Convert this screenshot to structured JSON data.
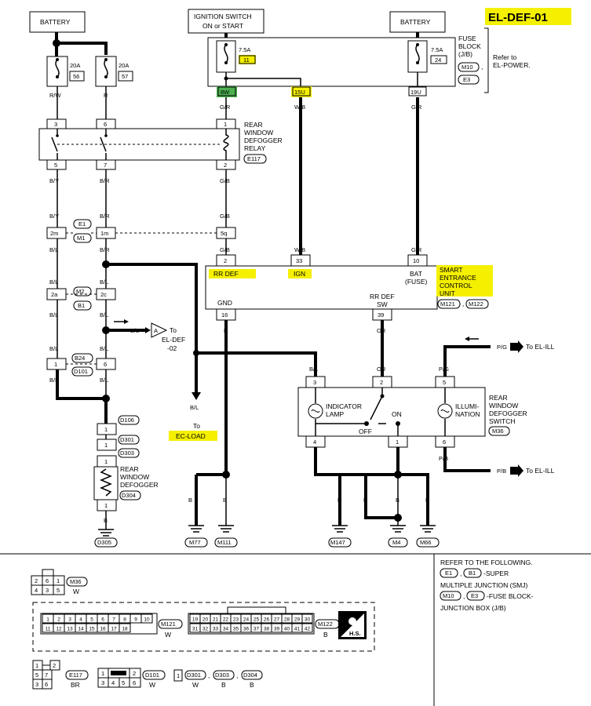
{
  "title": "EL-DEF-01",
  "sources": {
    "battery_left": "BATTERY",
    "ignition": [
      "IGNITION SWITCH",
      "ON or START"
    ],
    "battery_right": "BATTERY"
  },
  "fuse_block": {
    "label": [
      "FUSE",
      "BLOCK",
      "(J/B)"
    ],
    "refer": [
      "Refer to",
      "EL-POWER."
    ],
    "conn1": "M10",
    "conn2": "E3",
    "fuse_ign": {
      "amp": "7.5A",
      "num": "11",
      "term": "8W"
    },
    "fuse_bat": {
      "amp": "7.5A",
      "num": "24",
      "term": "19U"
    },
    "term_15u": "15U"
  },
  "fuses_left": [
    {
      "amp": "20A",
      "num": "56",
      "wire": "R/W"
    },
    {
      "amp": "20A",
      "num": "57",
      "wire": "R"
    }
  ],
  "relay": {
    "label": [
      "REAR",
      "WINDOW",
      "DEFOGGER",
      "RELAY"
    ],
    "connector": "E117",
    "pins_top": [
      "3",
      "6",
      "1"
    ],
    "pins_bottom": [
      "5",
      "7",
      "2"
    ]
  },
  "wires": {
    "w_gr": "G/R",
    "w_wb": "W/B",
    "w_gb": "G/B",
    "w_by": "B/Y",
    "w_br": "B/R",
    "w_bl": "B/L",
    "w_b": "B",
    "w_or": "OR",
    "w_pg": "P/G",
    "w_pb": "P/B"
  },
  "joints": [
    {
      "left": "2m",
      "right": "1m",
      "c1": "E1",
      "c2": "M1",
      "far": "5q"
    },
    {
      "left": "2a",
      "right": "2c",
      "c1": "M2",
      "c2": "B1"
    },
    {
      "left": "1",
      "right": "6",
      "c1": "B24",
      "c2": "D101"
    }
  ],
  "scu": {
    "pins_top": [
      "2",
      "33",
      "10"
    ],
    "labels_top": [
      "RR DEF",
      "IGN",
      "BAT",
      "(FUSE)"
    ],
    "name": [
      "SMART",
      "ENTRANCE",
      "CONTROL",
      "UNIT"
    ],
    "conn1": "M121",
    "conn2": "M122",
    "gnd": "GND",
    "rrdef_sw": [
      "RR DEF",
      "SW"
    ],
    "pins_bottom": [
      "16",
      "39"
    ]
  },
  "offpage": {
    "a_label": "A",
    "a_to": [
      "To",
      "EL-DEF",
      "-02"
    ],
    "ecload": [
      "To",
      "EC-LOAD"
    ],
    "el_ill_top": "To EL-ILL",
    "el_ill_bottom": "To EL-ILL"
  },
  "switch": {
    "label": [
      "REAR",
      "WINDOW",
      "DEFOGGER",
      "SWITCH"
    ],
    "connector": "M36",
    "indicator": [
      "INDICATOR",
      "LAMP"
    ],
    "illum": [
      "ILLUMI-",
      "NATION"
    ],
    "on": "ON",
    "off": "OFF",
    "pins_top": [
      "3",
      "2",
      "5"
    ],
    "pins_bottom": [
      "4",
      "1",
      "6"
    ]
  },
  "defogger": {
    "connectors": [
      "D106",
      "D301",
      "D303",
      "D304"
    ],
    "label": [
      "REAR",
      "WINDOW",
      "DEFOGGER"
    ],
    "ground": "D305"
  },
  "grounds": [
    "M77",
    "M111",
    "M147",
    "M4",
    "M66"
  ],
  "refer_box": {
    "lines": [
      "REFER TO THE FOLLOWING.",
      "-SUPER",
      "MULTIPLE JUNCTION (SMJ)",
      "-FUSE BLOCK-",
      "JUNCTION BOX (J/B)"
    ],
    "c1": "E1",
    "c2": "B1",
    "c3": "M10",
    "c4": "E3"
  },
  "connector_views": {
    "m36": {
      "name": "M36",
      "color": "W",
      "rows": [
        [
          "2",
          "6",
          "1"
        ],
        [
          "4",
          "3",
          "5"
        ]
      ]
    },
    "m121": {
      "name": "M121",
      "color": "W",
      "row1": [
        "1",
        "2",
        "3",
        "4",
        "5",
        "6",
        "7",
        "8",
        "9",
        "10"
      ],
      "row2": [
        "11",
        "12",
        "13",
        "14",
        "15",
        "16",
        "17",
        "18"
      ]
    },
    "m122": {
      "name": "M122",
      "color": "B",
      "row1": [
        "19",
        "20",
        "21",
        "22",
        "23",
        "24",
        "25",
        "26",
        "27",
        "28",
        "29",
        "30"
      ],
      "row2": [
        "31",
        "32",
        "33",
        "34",
        "35",
        "36",
        "37",
        "38",
        "39",
        "40",
        "41",
        "42"
      ]
    },
    "hs": "H.S.",
    "e117": {
      "name": "E117",
      "color": "BR",
      "cells": [
        "1",
        "2",
        "5",
        "7",
        "3",
        "6"
      ]
    },
    "d101": {
      "name": "D101",
      "color": "W",
      "cells": [
        "1",
        "2",
        "3",
        "4",
        "5",
        "6"
      ]
    },
    "d301": {
      "name": "D301",
      "color": "W",
      "cell": "1"
    },
    "d303": {
      "name": "D303",
      "color": "B"
    },
    "d304": {
      "name": "D304",
      "color": "B"
    }
  }
}
